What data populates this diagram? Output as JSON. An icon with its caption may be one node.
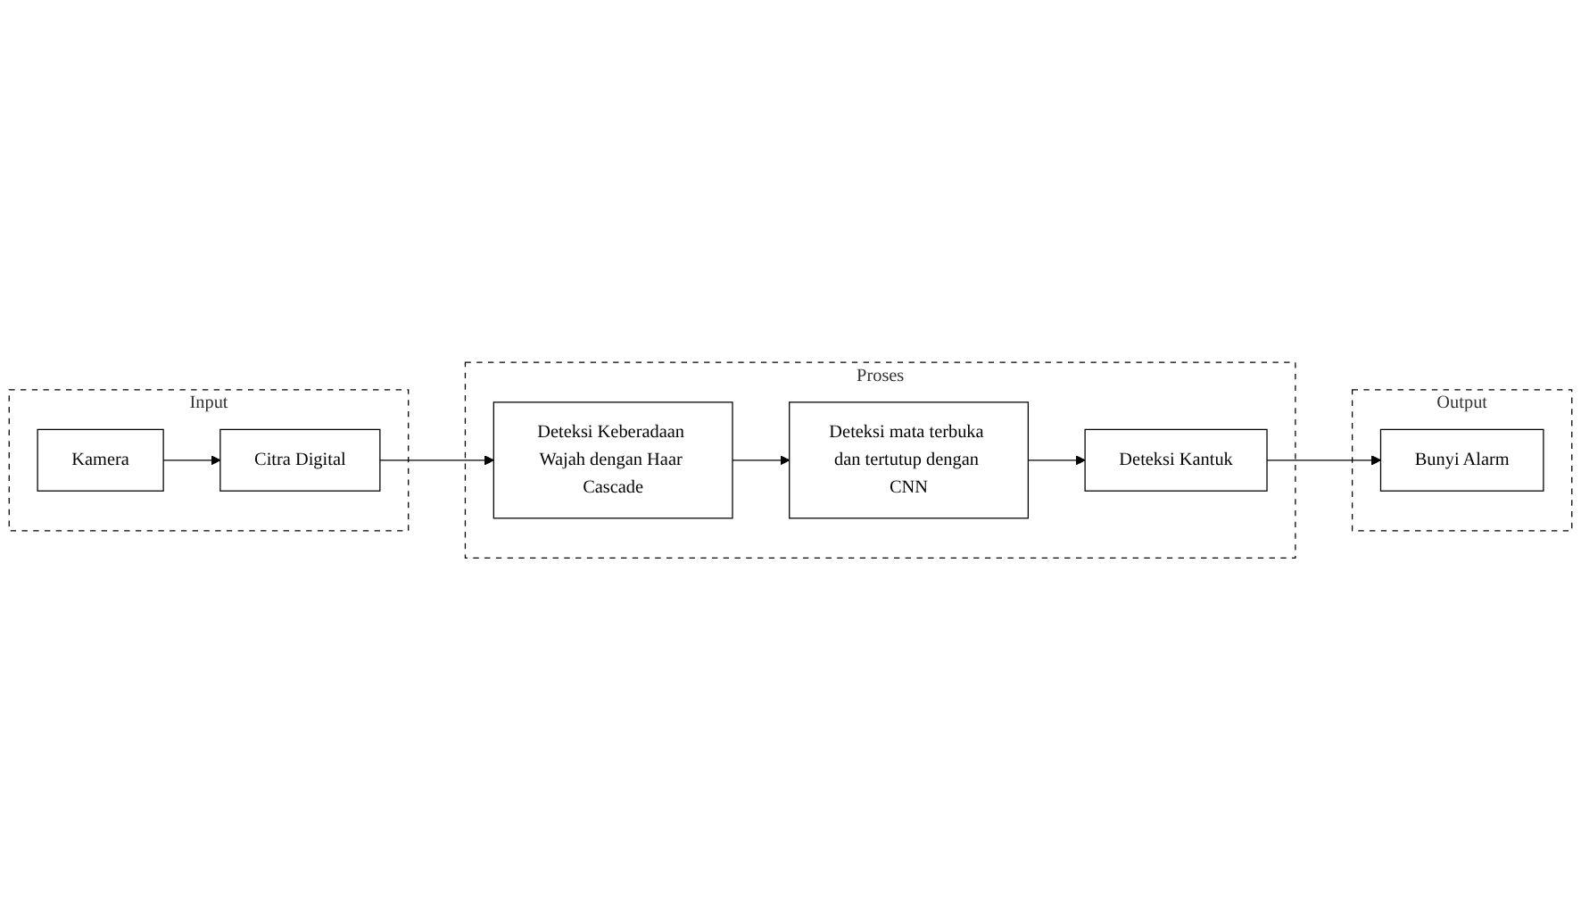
{
  "diagram": {
    "nodes": [
      {
        "text": [
          "Input"
        ]
      },
      {
        "text": [
          "Kamera"
        ],
        "in": 0
      },
      {
        "text": [
          "Citra Digital"
        ],
        "in": 0
      },
      {
        "text": [
          "Proses"
        ]
      },
      {
        "text": [
          "Deteksi Keberadaan Wajah dengan Haar Cascade"
        ],
        "in": 3
      },
      {
        "text": [
          "Deteksi mata terbuka dan tertutup dengan CNN"
        ],
        "in": 3
      },
      {
        "text": [
          "Deteksi Kantuk"
        ],
        "in": 3
      },
      {
        "text": [
          "Output"
        ]
      },
      {
        "text": [
          "Bunyi Alarm"
        ],
        "in": 7
      }
    ],
    "edges": [
      {
        "from": 1,
        "to": 2,
        "arrow": "to"
      },
      {
        "from": 2,
        "to": 4,
        "arrow": "to"
      },
      {
        "from": 4,
        "to": 5,
        "arrow": "to"
      },
      {
        "from": 5,
        "to": 6,
        "arrow": "to"
      },
      {
        "from": 6,
        "to": 8,
        "arrow": "to"
      }
    ]
  }
}
